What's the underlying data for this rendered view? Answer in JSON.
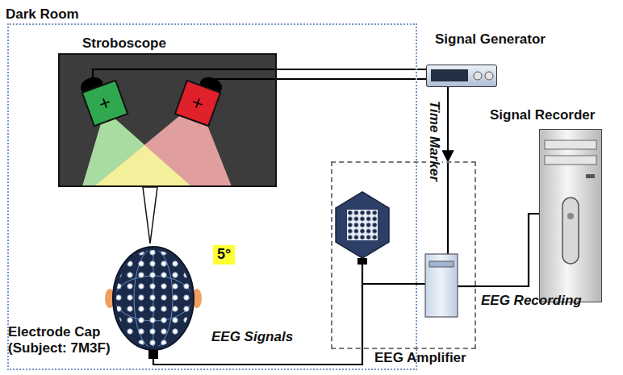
{
  "diagram": {
    "nodes": [
      {
        "text": [
          "Dark Room"
        ]
      },
      {
        "text": [
          "Stroboscope"
        ],
        "in": 0
      },
      {
        "text": [
          "Electrode Cap (Subject: 7M3F)"
        ],
        "in": 0
      },
      {
        "text": [
          "Signal Generator"
        ]
      },
      {
        "text": [
          "EEG Amplifier"
        ]
      },
      {
        "text": [
          "Signal Recorder"
        ]
      }
    ],
    "edges": [
      {
        "from": 3,
        "to": 1,
        "arrow": "none"
      },
      {
        "from": 3,
        "to": 1,
        "arrow": "none"
      },
      {
        "from": 2,
        "to": 4,
        "label": "EEG Signals",
        "arrow": "none"
      },
      {
        "from": 3,
        "to": 4,
        "label": "Time Marker",
        "arrow": "to"
      },
      {
        "from": 4,
        "to": 5,
        "label": "EEG Recording",
        "arrow": "none"
      }
    ],
    "labels": [
      "5°"
    ]
  }
}
